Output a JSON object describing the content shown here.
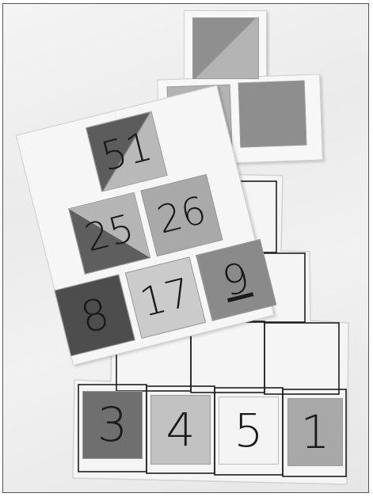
{
  "tiles": {
    "top_left_pyramid": {
      "apex": "51",
      "middle_left": "25",
      "middle_right": "26",
      "bottom_left": "8",
      "bottom_middle": "17",
      "bottom_right": "9"
    },
    "base_row": [
      "3",
      "4",
      "5",
      "1"
    ]
  },
  "colors": {
    "background": "#efefef",
    "dark_tile": "#5a5a5a",
    "mid_tile": "#9a9a9a",
    "light_tile": "#c8c8c8",
    "blank": "#f8f8f8"
  }
}
